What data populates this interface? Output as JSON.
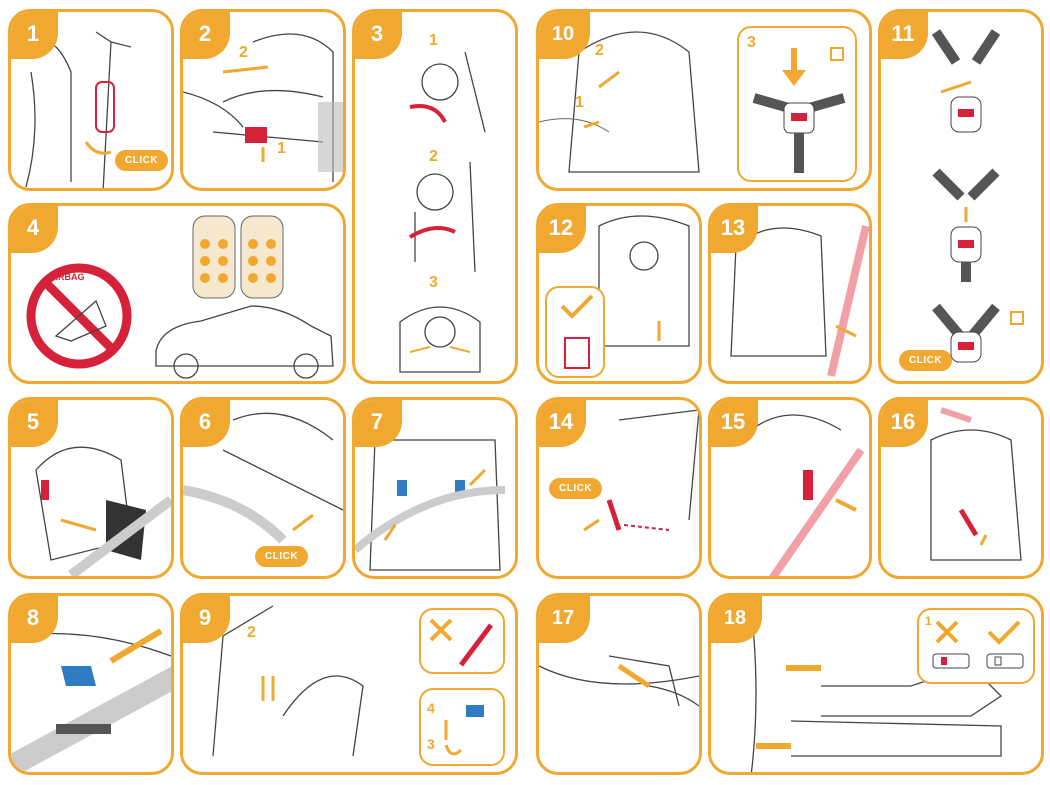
{
  "steps": [
    {
      "number": "1"
    },
    {
      "number": "2"
    },
    {
      "number": "3"
    },
    {
      "number": "4"
    },
    {
      "number": "5"
    },
    {
      "number": "6"
    },
    {
      "number": "7"
    },
    {
      "number": "8"
    },
    {
      "number": "9"
    },
    {
      "number": "10"
    },
    {
      "number": "11"
    },
    {
      "number": "12"
    },
    {
      "number": "13"
    },
    {
      "number": "14"
    },
    {
      "number": "15"
    },
    {
      "number": "16"
    },
    {
      "number": "17"
    },
    {
      "number": "18"
    }
  ],
  "labels": {
    "click": "CLICK",
    "airbag": "AIRBAG",
    "one": "1",
    "two": "2",
    "three": "3",
    "four": "4"
  },
  "colors": {
    "accent": "#f0a830",
    "warning_red": "#d6213a",
    "buckle_blue": "#2f7bc4"
  }
}
